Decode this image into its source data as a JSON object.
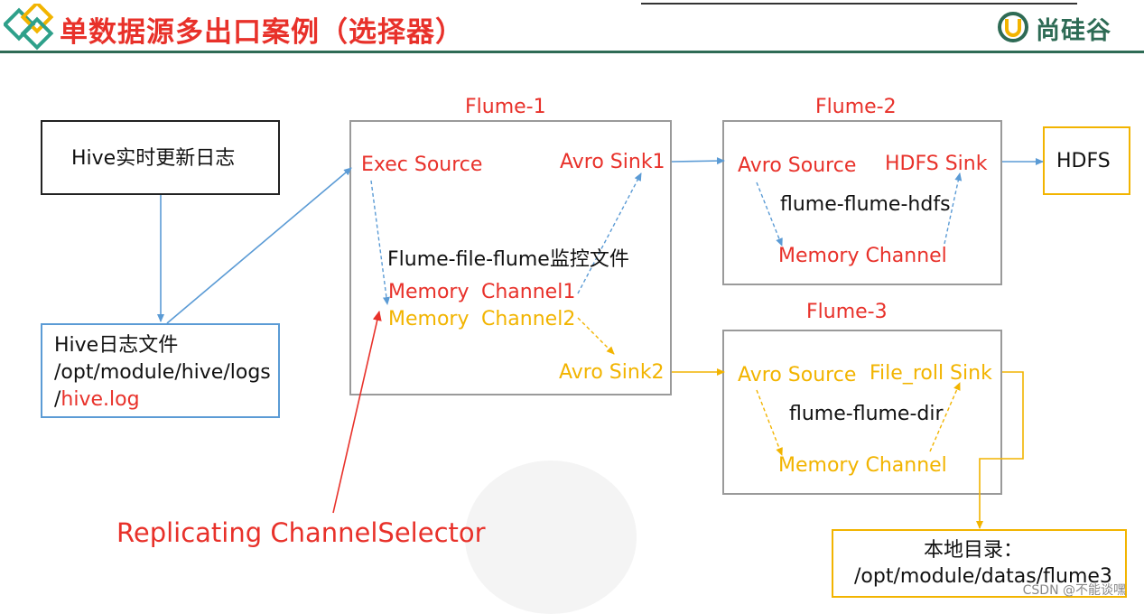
{
  "header": {
    "title": "单数据源多出口案例（选择器）",
    "logo_text": "尚硅谷"
  },
  "nodes": {
    "hive_realtime": "Hive实时更新日志",
    "hive_logfile_line1": "Hive日志文件",
    "hive_logfile_line2": "/opt/module/hive/logs",
    "hive_logfile_line3_prefix": "/",
    "hive_logfile_line3_file": "hive.log",
    "hdfs": "HDFS",
    "local_dir_line1": "本地目录：",
    "local_dir_line2": "/opt/module/datas/flume3"
  },
  "flume1": {
    "name": "Flume-1",
    "exec_source": "Exec Source",
    "avro_sink1": "Avro Sink1",
    "desc": "Flume-file-flume监控文件",
    "channel1_a": "Memory",
    "channel1_b": "Channel1",
    "channel2_a": "Memory",
    "channel2_b": "Channel2",
    "avro_sink2": "Avro Sink2"
  },
  "flume2": {
    "name": "Flume-2",
    "avro_source": "Avro Source",
    "hdfs_sink": "HDFS Sink",
    "desc": "flume-flume-hdfs",
    "memory_channel": "Memory Channel"
  },
  "flume3": {
    "name": "Flume-3",
    "avro_source": "Avro Source",
    "file_roll_sink": "File_roll Sink",
    "desc": "flume-flume-dir",
    "memory_channel": "Memory Channel"
  },
  "annotation": "Replicating ChannelSelector",
  "watermark": "CSDN @不能谈嘿",
  "colors": {
    "red": "#e8312a",
    "yellow": "#f2b400",
    "blue": "#5b9bd5",
    "green": "#2e6b55",
    "gray": "#9a9a9a"
  }
}
